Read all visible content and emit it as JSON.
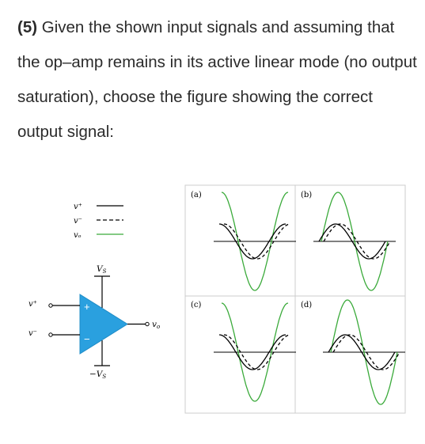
{
  "question": {
    "number": "(5)",
    "text": " Given the shown input signals and assuming that the op–amp remains in its active linear mode (no output saturation), choose the figure showing the correct output signal:"
  },
  "legend": {
    "items": [
      {
        "label": "v⁺",
        "style": "solid",
        "color": "#000000"
      },
      {
        "label": "v⁻",
        "style": "dashed",
        "color": "#000000"
      },
      {
        "label": "vₒ",
        "style": "solid",
        "color": "#3aaa3a"
      }
    ]
  },
  "opamp": {
    "supply_pos": "V",
    "supply_pos_sub": "S",
    "supply_neg": "−V",
    "supply_neg_sub": "S",
    "input_pos": "v⁺",
    "input_neg": "v⁻",
    "output": "v",
    "output_sub": "o",
    "plus_sign": "+",
    "minus_sign": "−",
    "body_color": "#2aa0df"
  },
  "options": [
    {
      "label": "(a)"
    },
    {
      "label": "(b)"
    },
    {
      "label": "(c)"
    },
    {
      "label": "(d)"
    }
  ],
  "colors": {
    "output_wave": "#3aaa3a",
    "input_wave": "#000000",
    "grid": "#cccccc"
  }
}
